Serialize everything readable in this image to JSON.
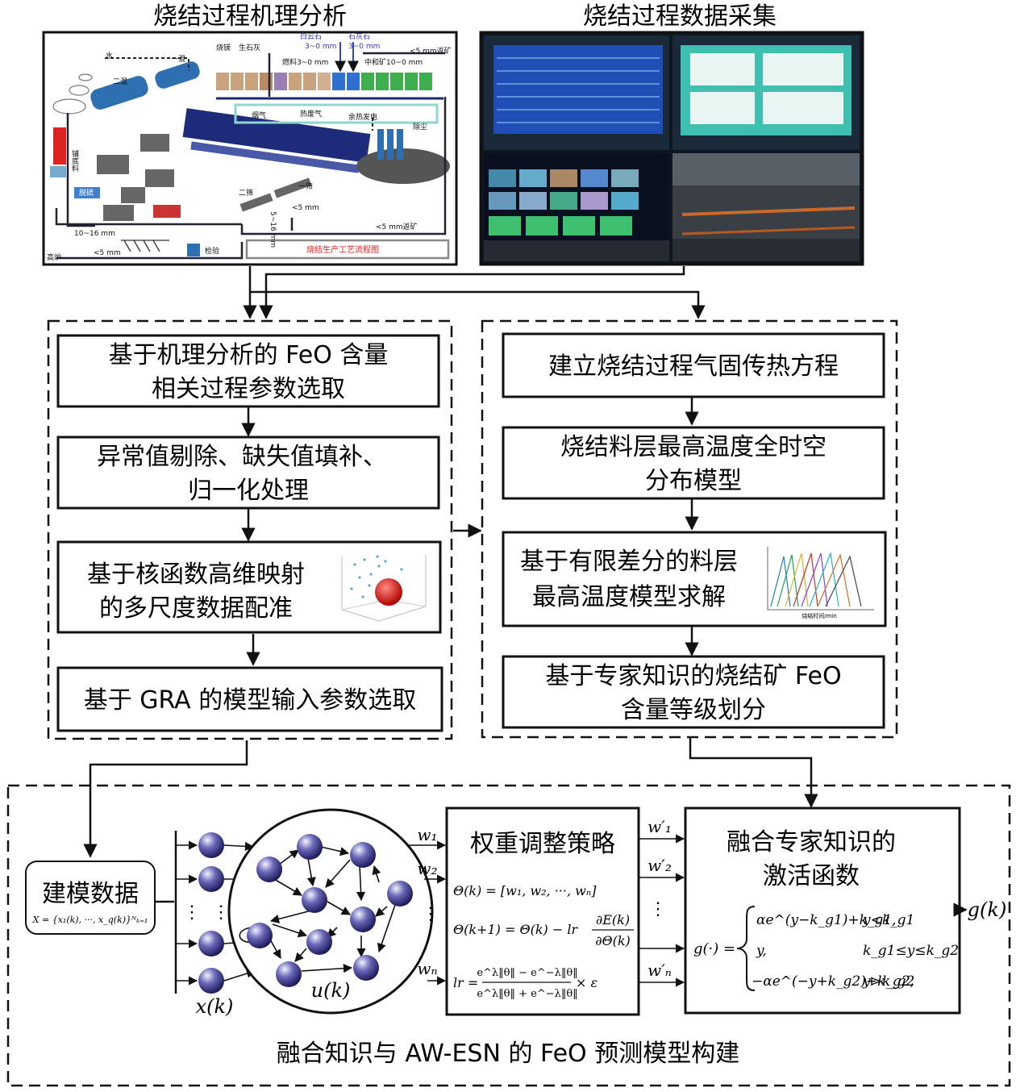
{
  "titles": {
    "mechanism": "烧结过程机理分析",
    "data_collection": "烧结过程数据采集"
  },
  "process_flow": {
    "water": "水",
    "mixer1": "一混",
    "mixer2": "二混",
    "quicklime": "烧镁",
    "limestone": "生石灰",
    "dolomite": "白云石",
    "dolomite_size": "3~0 mm",
    "limestone2": "石灰石",
    "limestone2_size": "3~0 mm",
    "fine_ore": "<5 mm返矿",
    "fuel": "燃料3~0 mm",
    "neutral_ore": "中和矿10~0 mm",
    "flue_gas": "烟气",
    "hot_gas": "热废气",
    "waste_heat": "余热发电",
    "dust": "除尘",
    "bedding": "铺底料",
    "desulf": "脱硫",
    "screen1": "一筛",
    "screen2": "二筛",
    "size_5": "<5 mm",
    "size_5_return": "<5 mm返矿",
    "size_10_16": "10~16 mm",
    "size_lt5": "<5 mm",
    "blast_furnace": "高炉",
    "inspection": "检验",
    "size_5_16": "5~16 mm",
    "flow_caption": "烧结生产工艺流程图"
  },
  "left_steps": {
    "step1_line1": "基于机理分析的 FeO 含量",
    "step1_line2": "相关过程参数选取",
    "step2_line1": "异常值剔除、缺失值填补、",
    "step2_line2": "归一化处理",
    "step3_line1": "基于核函数高维映射",
    "step3_line2": "的多尺度数据配准",
    "step4": "基于 GRA 的模型输入参数选取"
  },
  "right_steps": {
    "step1": "建立烧结过程气固传热方程",
    "step2_line1": "烧结料层最高温度全时空",
    "step2_line2": "分布模型",
    "step3_line1": "基于有限差分的料层",
    "step3_line2": "最高温度模型求解",
    "step3_xlabel": "烧结时间/min",
    "step4_line1": "基于专家知识的烧结矿 FeO",
    "step4_line2": "含量等级划分"
  },
  "model": {
    "data_title": "建模数据",
    "data_formula": "X = {x₁(k), ···, x_q(k)}ᴺₖ₌₁",
    "input_label": "x(k)",
    "reservoir_label": "u(k)",
    "dots": "⋮",
    "w1": "w₁",
    "w2": "w₂",
    "wn": "wₙ",
    "w1p": "w′₁",
    "w2p": "w′₂",
    "wnp": "w′ₙ",
    "strategy_title": "权重调整策略",
    "eq1": "Θ(k) = [w₁, w₂, ···, wₙ]",
    "eq2_left": "Θ(k+1) = Θ(k) − lr",
    "eq2_num": "∂E(k)",
    "eq2_den": "∂Θ(k)",
    "eq3_left": "lr =",
    "eq3_num": "e^λ‖θ‖ − e^−λ‖θ‖",
    "eq3_den": "e^λ‖θ‖ + e^−λ‖θ‖",
    "eq3_right": "× ε",
    "act_title_line1": "融合专家知识的",
    "act_title_line2": "激活函数",
    "act_lhs": "g(·) =",
    "case1_expr": "αe^(y−k_g1)+k_g1,",
    "case1_cond": "y<k_g1",
    "case2_expr": "y,",
    "case2_cond": "k_g1≤y≤k_g2",
    "case3_expr": "−αe^(−y+k_g2)+k_g2,",
    "case3_cond": "y>k_g2",
    "output": "g(k)",
    "bottom_caption": "融合知识与 AW-ESN 的 FeO 预测模型构建"
  }
}
